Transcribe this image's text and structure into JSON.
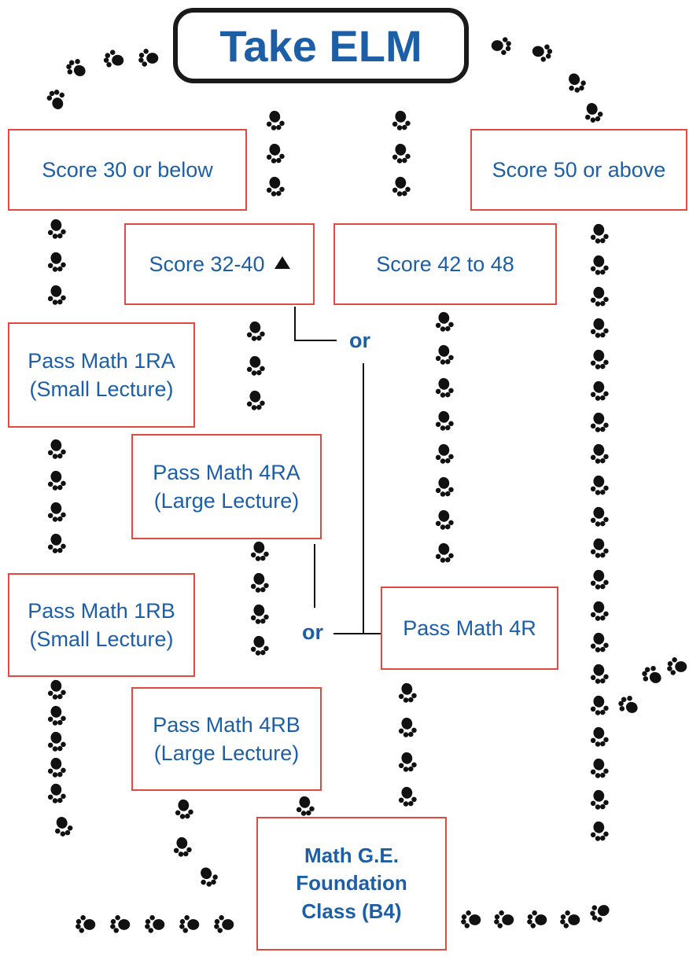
{
  "title": "Take ELM",
  "boxes": {
    "score_low": "Score 30 or below",
    "score_high": "Score 50 or above",
    "score_mid1": "Score 32-40",
    "score_mid2": "Score 42 to 48",
    "math1ra": {
      "line1": "Pass Math 1RA",
      "line2": "(Small Lecture)"
    },
    "math4ra": {
      "line1": "Pass Math 4RA",
      "line2": "(Large Lecture)"
    },
    "math1rb": {
      "line1": "Pass Math 1RB",
      "line2": "(Small Lecture)"
    },
    "math4rb": {
      "line1": "Pass Math 4RB",
      "line2": "(Large Lecture)"
    },
    "math4r": "Pass Math 4R",
    "goal": {
      "line1": "Math G.E.",
      "line2": "Foundation",
      "line3": "Class (B4)"
    }
  },
  "or_labels": [
    "or",
    "or"
  ],
  "icons": {
    "triangle": "triangle-up-icon",
    "paw": "paw-print-icon"
  }
}
